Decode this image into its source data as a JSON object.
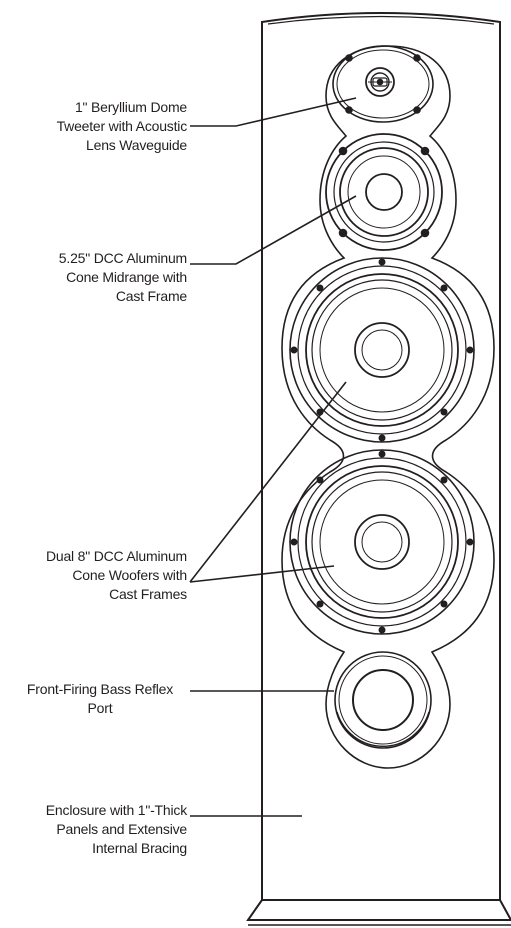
{
  "callouts": [
    {
      "id": "tweeter",
      "text": "1\" Beryllium Dome\nTweeter with Acoustic\nLens Waveguide"
    },
    {
      "id": "midrange",
      "text": "5.25\" DCC Aluminum\nCone Midrange with\nCast Frame"
    },
    {
      "id": "woofers",
      "text": "Dual 8\" DCC Aluminum\nCone Woofers with\nCast Frames"
    },
    {
      "id": "port",
      "text": "Front-Firing Bass Reflex\nPort"
    },
    {
      "id": "enclosure",
      "text": "Enclosure with 1\"-Thick\nPanels and Extensive\nInternal Bracing"
    }
  ],
  "colors": {
    "ink": "#231f20",
    "background": "#ffffff"
  }
}
